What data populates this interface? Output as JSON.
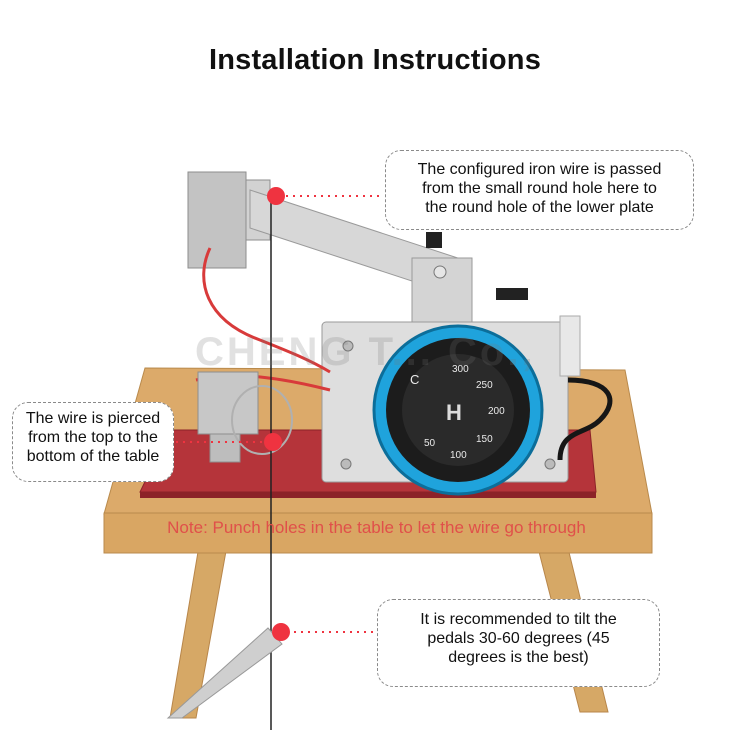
{
  "title": "Installation Instructions",
  "callouts": {
    "top": [
      "The configured iron wire is passed",
      "from the small round hole here to",
      "the round hole of the lower plate"
    ],
    "left": [
      "The wire is pierced",
      "from the top to the",
      "bottom of the table"
    ],
    "bottom": [
      "It is recommended to tilt the",
      "pedals 30-60 degrees (45",
      "degrees is the best)"
    ]
  },
  "note": "Note: Punch holes in the table to let the wire go through",
  "watermark": "CHENG T... Co.,",
  "dial": {
    "labels": [
      "300",
      "250",
      "200",
      "150",
      "100",
      "50",
      "C"
    ]
  },
  "colors": {
    "marker": "#ef3340",
    "table_wood": "#d9a865",
    "base_plate": "#b5343a",
    "dial_ring": "#1fa3dc",
    "metal": "#c9c9c9"
  }
}
